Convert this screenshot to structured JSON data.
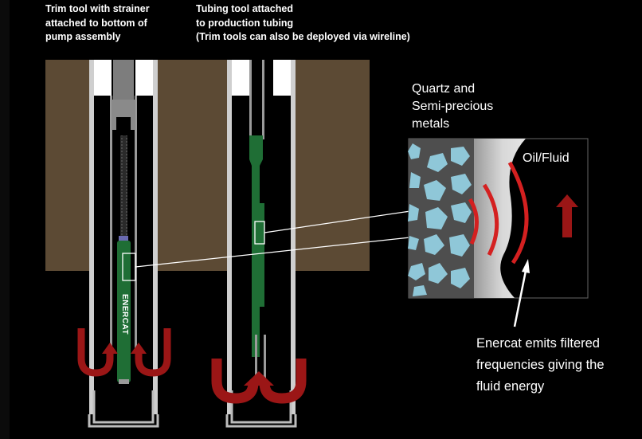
{
  "captions": {
    "left": [
      "Trim tool with strainer",
      "attached  to  bottom  of",
      "pump assembly"
    ],
    "middle": [
      "Tubing tool attached",
      "to production tubing",
      "(Trim tools can also be deployed via wireline)"
    ]
  },
  "labels": {
    "quartz": [
      "Quartz and",
      "Semi-precious",
      "metals"
    ],
    "oil": "Oil/Fluid",
    "enercat": [
      "Enercat emits filtered",
      "frequencies giving the",
      "fluid energy"
    ]
  },
  "logo_text": "ENERCAT",
  "colors": {
    "formation": "#5c4a34",
    "tool_green": "#1f6e35",
    "flow_red": "#9b1616",
    "wave_red": "#d42020",
    "crystal": "#8fc7d8"
  }
}
